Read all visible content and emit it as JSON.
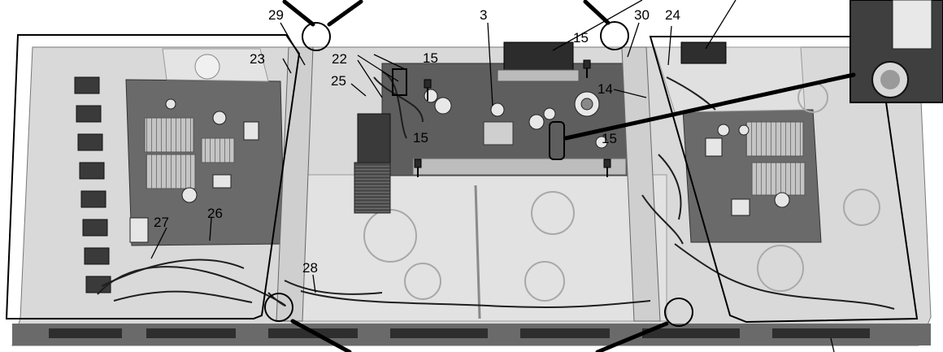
{
  "callouts": {
    "c29": "29",
    "c3": "3",
    "c30": "30",
    "c24": "24",
    "c15_top_center": "15",
    "c15_top_right": "15",
    "c15_mid_left": "15",
    "c15_mid_right": "15",
    "c22": "22",
    "c23": "23",
    "c25": "25",
    "c14": "14",
    "c27": "27",
    "c26": "26",
    "c28": "28"
  },
  "colors": {
    "line": "#000000",
    "chassis": "#d6d6d6",
    "chassis_dark": "#8a8a8a",
    "board": "#5a5a5a",
    "heatsink": "#b0b0b0"
  }
}
